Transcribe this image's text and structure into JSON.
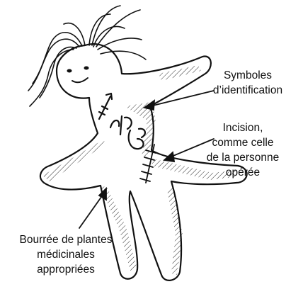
{
  "labels": {
    "symbols": [
      "Symboles",
      "d’identification"
    ],
    "incision": [
      "Incision,",
      "comme celle",
      "de la personne",
      "opérée"
    ],
    "stuffed": [
      "Bourrée de plantes",
      "médicinales",
      "appropriées"
    ]
  },
  "colors": {
    "ink": "#111111",
    "paper": "#ffffff"
  }
}
